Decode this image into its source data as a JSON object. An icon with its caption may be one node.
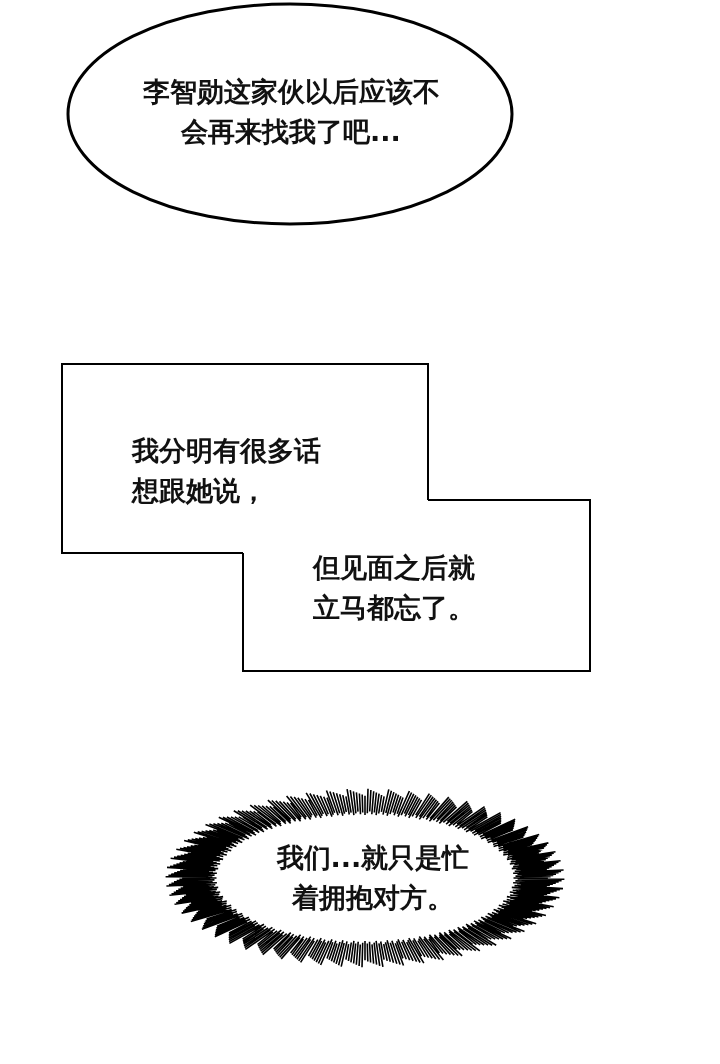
{
  "diagram": {
    "nodes": [
      {
        "text": [
          "李智勋这家伙以后应该不会再来找我了吧..."
        ]
      },
      {
        "text": [
          "我分明有很多话想跟她说，"
        ]
      },
      {
        "text": [
          "但见面之后就立马都忘了。"
        ]
      },
      {
        "text": [
          "我们...就只是忙着拥抱对方。"
        ]
      }
    ]
  }
}
